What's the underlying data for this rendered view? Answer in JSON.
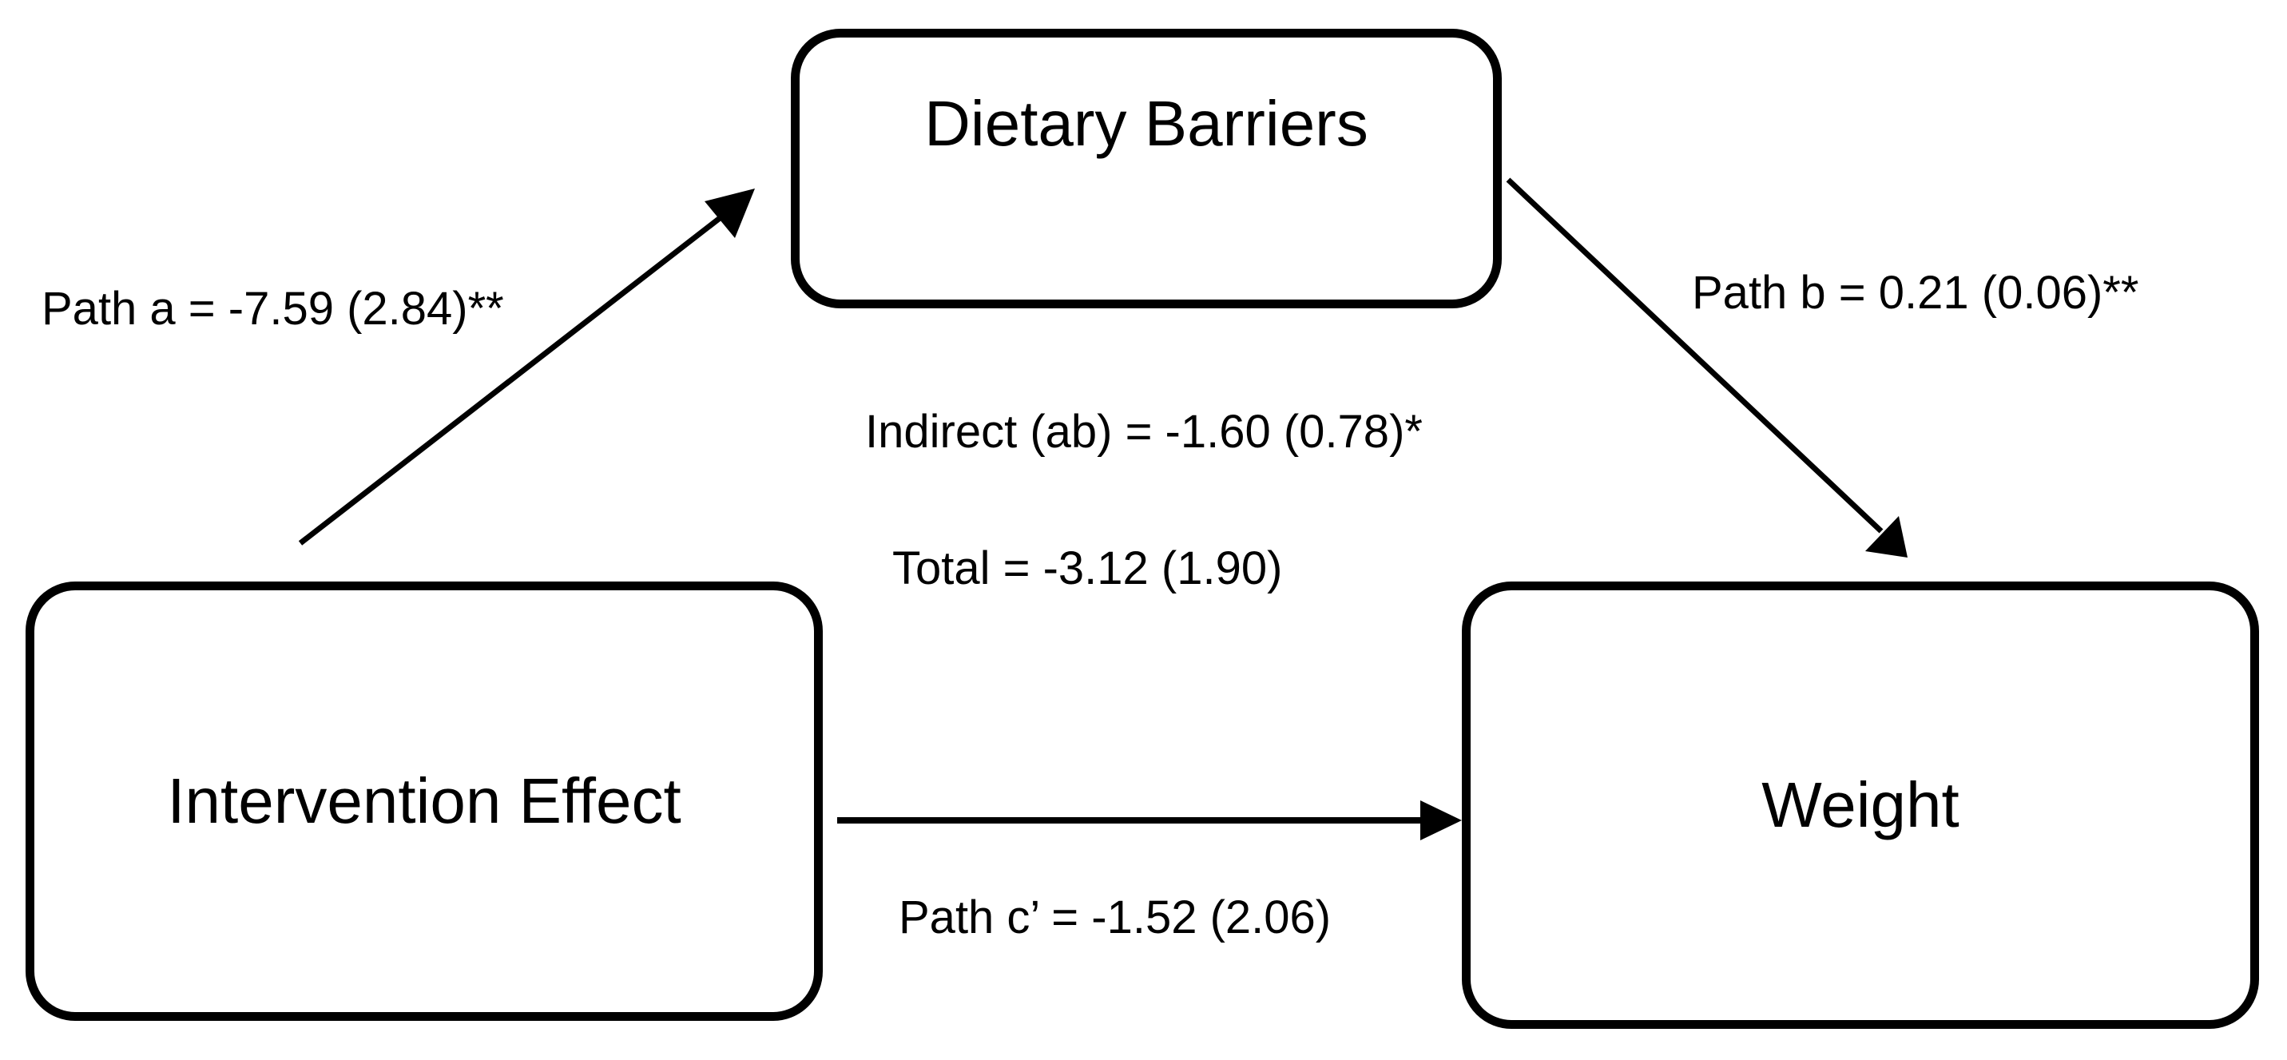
{
  "nodes": {
    "mediator": "Dietary Barriers",
    "predictor": "Intervention Effect",
    "outcome": "Weight"
  },
  "paths": {
    "a": "Path a = -7.59 (2.84)**",
    "b": "Path b = 0.21 (0.06)**",
    "indirect": "Indirect (ab) = -1.60 (0.78)*",
    "total": "Total = -3.12 (1.90)",
    "c_prime": "Path c’ = -1.52 (2.06)"
  },
  "colors": {
    "stroke": "#000000",
    "background": "#ffffff"
  }
}
